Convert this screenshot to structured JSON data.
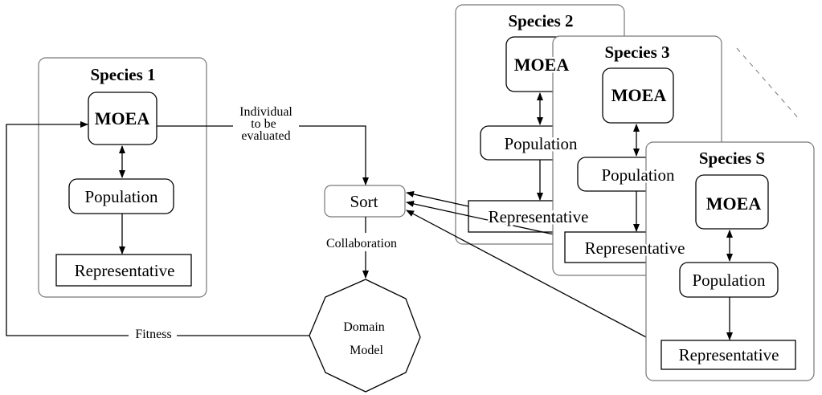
{
  "species": [
    {
      "title": "Species 1",
      "moea": "MOEA",
      "population": "Population",
      "representative": "Representative"
    },
    {
      "title": "Species 2",
      "moea": "MOEA",
      "population": "Population",
      "representative": "Representative"
    },
    {
      "title": "Species 3",
      "moea": "MOEA",
      "population": "Population",
      "representative": "Representative"
    },
    {
      "title": "Species S",
      "moea": "MOEA",
      "population": "Population",
      "representative": "Representative"
    }
  ],
  "sort": "Sort",
  "domain_model": {
    "line1": "Domain",
    "line2": "Model"
  },
  "edges": {
    "individual": {
      "line1": "Individual",
      "line2": "to be",
      "line3": "evaluated"
    },
    "collaboration": "Collaboration",
    "fitness": "Fitness"
  }
}
